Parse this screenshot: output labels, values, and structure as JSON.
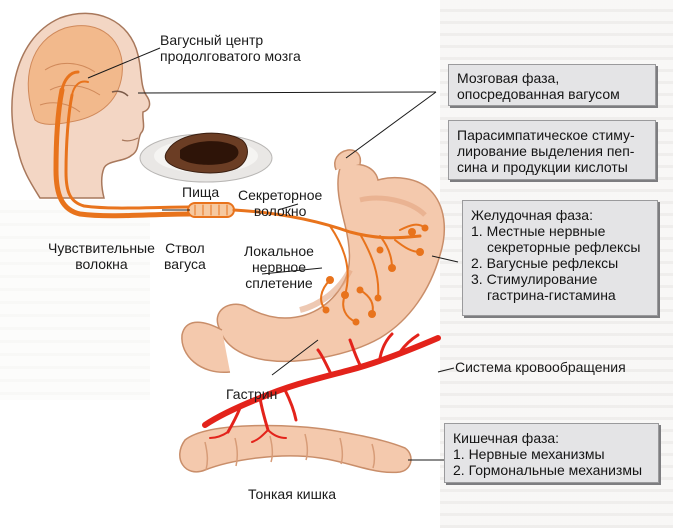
{
  "labels": {
    "vagus_center_1": "Вагусный центр",
    "vagus_center_2": "продолговатого мозга",
    "food": "Пища",
    "secretory_1": "Секреторное",
    "secretory_2": "волокно",
    "sensory_1": "Чувствительные",
    "sensory_2": "волокна",
    "trunk_1": "Ствол",
    "trunk_2": "вагуса",
    "plexus_1": "Локальное",
    "plexus_2": "нервное",
    "plexus_3": "сплетение",
    "circulation": "Система кровообращения",
    "gastrin": "Гастрин",
    "small_intestine": "Тонкая кишка"
  },
  "boxes": {
    "brain_phase": {
      "line1": "Мозговая фаза,",
      "line2": "опосредованная вагусом"
    },
    "parasympathetic": {
      "line1": "Парасимпатическое стиму-",
      "line2": "лирование выделения пеп-",
      "line3": "сина и продукции кислоты"
    },
    "gastric_phase": {
      "title": "Желудочная фаза:",
      "item1a": "1. Местные нервные",
      "item1b": "секреторные рефлексы",
      "item2": "2. Вагусные рефлексы",
      "item3a": "3. Стимулирование",
      "item3b": "гастрина-гистамина"
    },
    "intestinal_phase": {
      "title": "Кишечная фаза:",
      "item1": "1. Нервные механизмы",
      "item2": "2. Гормональные механизмы"
    }
  },
  "colors": {
    "nerve": "#e8731c",
    "nerve_light": "#f6c9a0",
    "stomach": "#f4c9ad",
    "stomach_edge": "#c98e6a",
    "blood": "#e3231b",
    "skin": "#f3d6c4",
    "brain": "#f2b98c",
    "box_bg": "#e4e4e6"
  }
}
